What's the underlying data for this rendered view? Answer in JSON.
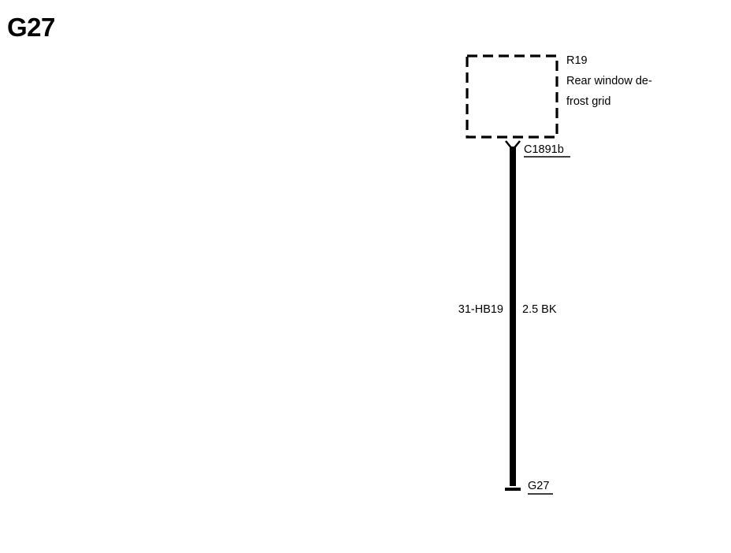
{
  "page": {
    "title": "G27"
  },
  "component": {
    "id": "R19",
    "description_line1": "Rear window de-",
    "description_line2": "frost grid"
  },
  "connector": {
    "id": "C1891b"
  },
  "wire": {
    "circuit": "31-HB19",
    "spec": "2.5 BK"
  },
  "ground": {
    "id": "G27"
  }
}
